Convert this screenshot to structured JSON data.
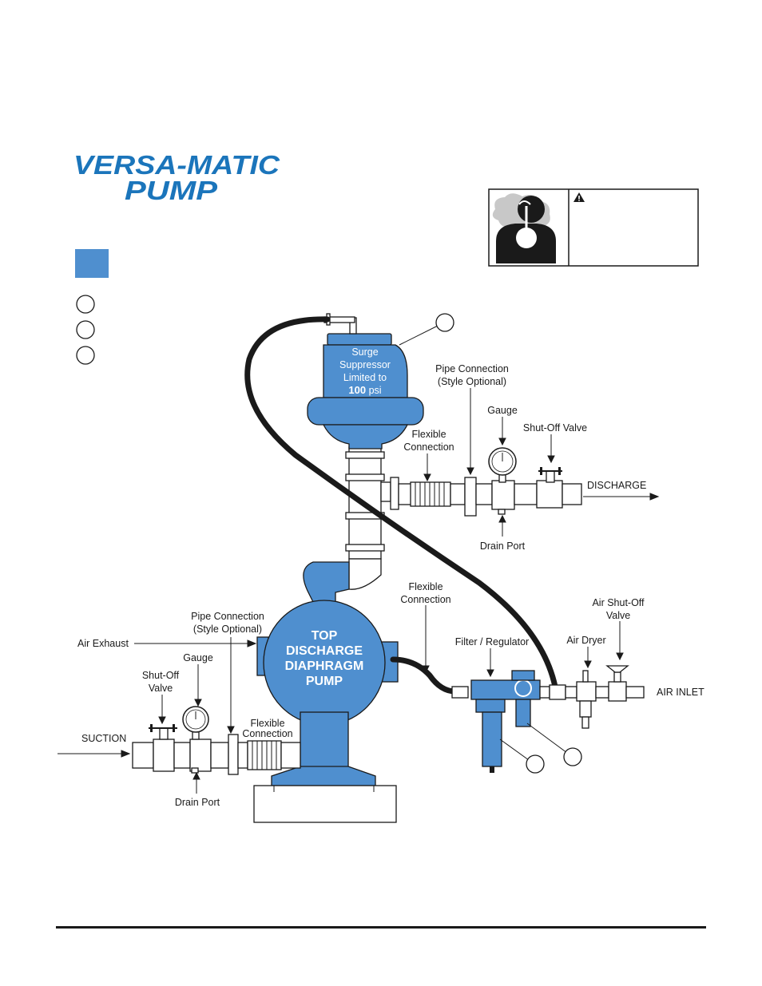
{
  "logo": {
    "line1": "VERSA-MATIC",
    "line2": "PUMP",
    "color": "#1b75bb"
  },
  "warning_box": {
    "icon": "warning-triangle-icon",
    "pictogram": "inhalation-hazard-icon"
  },
  "accent_color": "#4f8fcf",
  "labels": {
    "surge_line1": "Surge",
    "surge_line2": "Suppressor",
    "surge_line3": "Limited to",
    "surge_line4_num": "100",
    "surge_line4_unit": " psi",
    "pump_line1": "TOP",
    "pump_line2": "DISCHARGE",
    "pump_line3": "DIAPHRAGM",
    "pump_line4": "PUMP",
    "pipe_conn_top_1": "Pipe Connection",
    "pipe_conn_top_2": "(Style Optional)",
    "gauge_top": "Gauge",
    "shutoff_top": "Shut-Off Valve",
    "flex_top_1": "Flexible",
    "flex_top_2": "Connection",
    "discharge": "DISCHARGE",
    "drain_top": "Drain Port",
    "flex_air_1": "Flexible",
    "flex_air_2": "Connection",
    "air_shutoff_1": "Air Shut-Off",
    "air_shutoff_2": "Valve",
    "air_dryer": "Air Dryer",
    "filter_reg": "Filter / Regulator",
    "air_inlet": "AIR INLET",
    "pipe_conn_bot_1": "Pipe Connection",
    "pipe_conn_bot_2": "(Style Optional)",
    "air_exhaust": "Air Exhaust",
    "gauge_bot": "Gauge",
    "shutoff_bot_1": "Shut-Off",
    "shutoff_bot_2": "Valve",
    "suction": "SUCTION",
    "flex_bot_1": "Flexible",
    "flex_bot_2": "Connection",
    "drain_bot": "Drain Port"
  }
}
